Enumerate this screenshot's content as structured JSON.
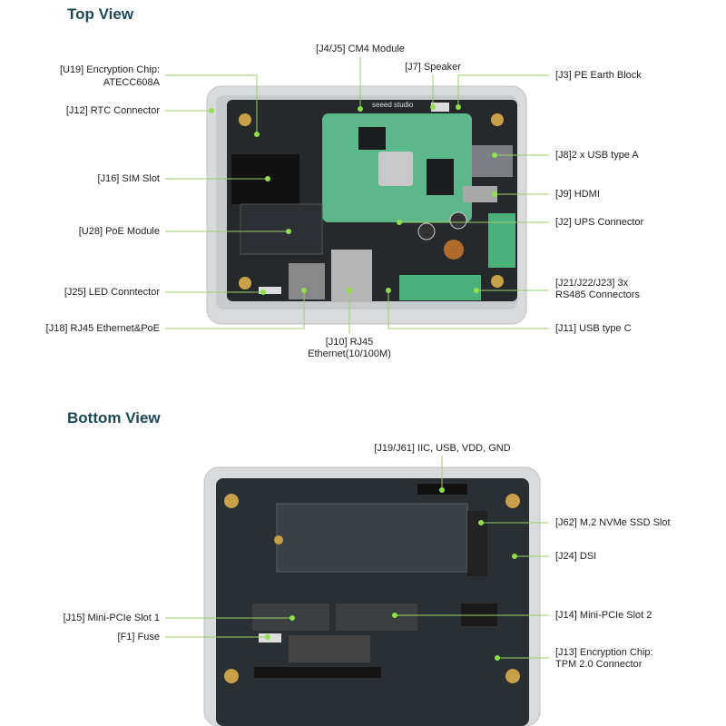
{
  "top_view": {
    "title": "Top View",
    "labels": {
      "cm4": "[J4/J5] CM4 Module",
      "u19_line1": "[U19] Encryption Chip:",
      "u19_line2": "ATECC608A",
      "speaker": "[J7] Speaker",
      "pe_earth": "[J3] PE Earth Block",
      "rtc": "[J12] RTC Connector",
      "usb_a": "[J8]2 x USB type A",
      "sim": "[J16] SIM Slot",
      "hdmi": "[J9] HDMI",
      "ups": "[J2] UPS Connector",
      "poe_module": "[U28] PoE Module",
      "rs485_line1": "[J21/J22/J23] 3x",
      "rs485_line2": "RS485 Connectors",
      "led": "[J25] LED Conntector",
      "rj45_poe": "[J18] RJ45 Ethernet&PoE",
      "usb_c": "[J11] USB type C",
      "rj45_line1": "[J10] RJ45",
      "rj45_line2": "Ethernet(10/100M)"
    },
    "board_text": "seeed studio"
  },
  "bottom_view": {
    "title": "Bottom View",
    "labels": {
      "header": "[J19/J61] IIC, USB, VDD, GND",
      "nvme": "[J62] M.2 NVMe SSD Slot",
      "dsi": "[J24] DSI",
      "pcie1": "[J15] Mini-PCIe Slot 1",
      "pcie2": "[J14] Mini-PCIe Slot 2",
      "fuse": "[F1] Fuse",
      "tpm_line1": "[J13] Encryption Chip:",
      "tpm_line2": "TPM 2.0 Connector"
    }
  },
  "colors": {
    "title": "#1d4a55",
    "leader": "#9ccc6a",
    "dot": "#8fe04a",
    "pcb": "#23272a",
    "cm4": "#5cb88a"
  }
}
